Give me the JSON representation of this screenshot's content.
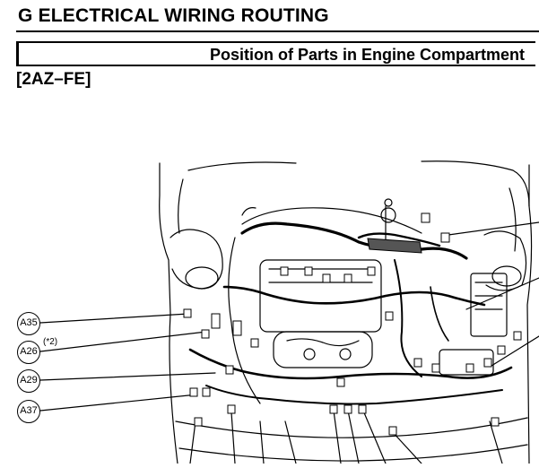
{
  "header": {
    "section_title": "G  ELECTRICAL WIRING ROUTING",
    "subtitle": "Position of Parts in Engine Compartment",
    "engine_code": "[2AZ–FE]"
  },
  "callouts": [
    {
      "code": "A35",
      "note": ""
    },
    {
      "code": "A26",
      "note": "(*2)"
    },
    {
      "code": "A29",
      "note": ""
    },
    {
      "code": "A37",
      "note": ""
    }
  ]
}
